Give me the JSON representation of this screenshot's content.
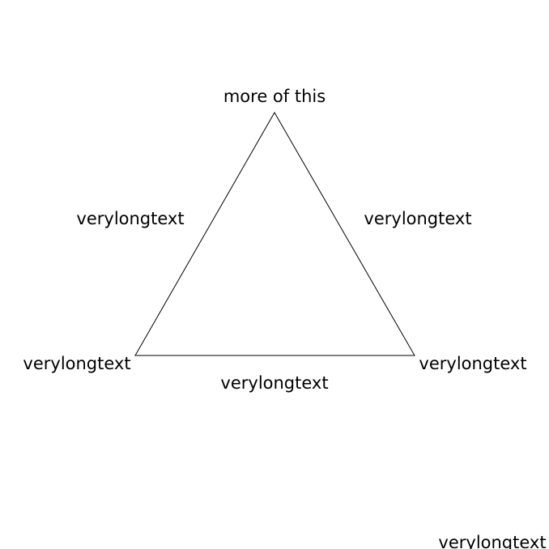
{
  "diagram": {
    "top_label": "more of this",
    "left_edge_label": "verylongtext",
    "right_edge_label": "verylongtext",
    "bottom_left_label": "verylongtext",
    "bottom_right_label": "verylongtext",
    "bottom_edge_label": "verylongtext",
    "corner_label": "verylongtext"
  },
  "colors": {
    "background": "#ffffff",
    "line": "#000000",
    "text": "#000000"
  }
}
